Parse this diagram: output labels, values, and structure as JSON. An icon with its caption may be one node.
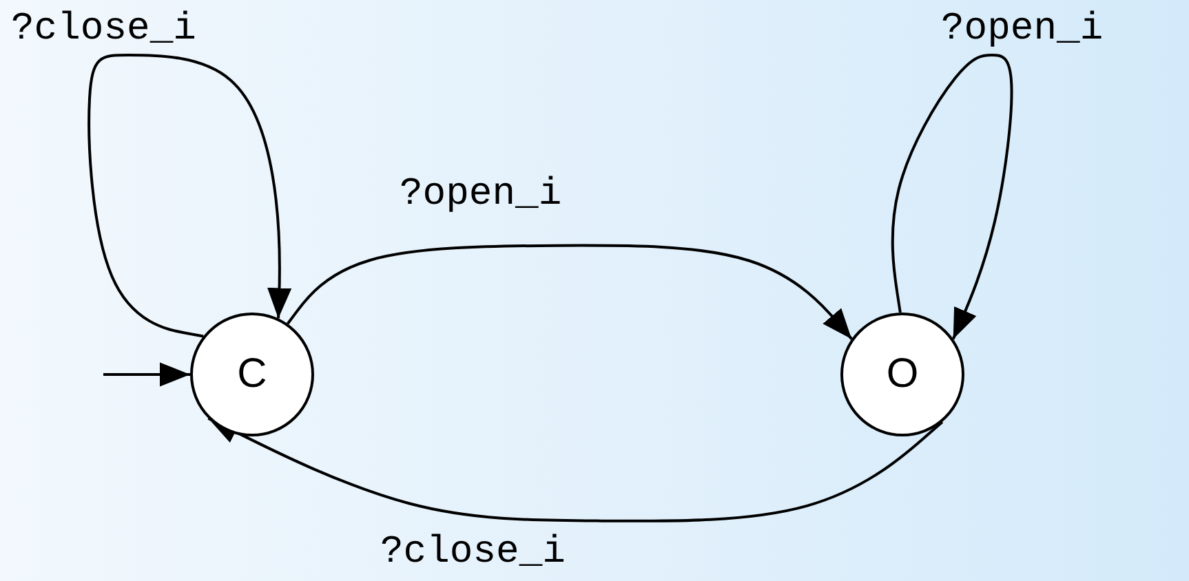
{
  "diagram": {
    "nodes": [
      {
        "text": [
          "C"
        ]
      },
      {
        "text": [
          "O"
        ]
      }
    ],
    "edges": [
      {
        "from": null,
        "to": 0,
        "arrow": "to"
      },
      {
        "from": 0,
        "to": 0,
        "label": "?close_i",
        "arrow": "to"
      },
      {
        "from": 0,
        "to": 1,
        "label": "?open_i",
        "arrow": "to"
      },
      {
        "from": 1,
        "to": 0,
        "label": "?close_i",
        "arrow": "to"
      },
      {
        "from": 1,
        "to": 1,
        "label": "?open_i",
        "arrow": "to"
      }
    ]
  }
}
